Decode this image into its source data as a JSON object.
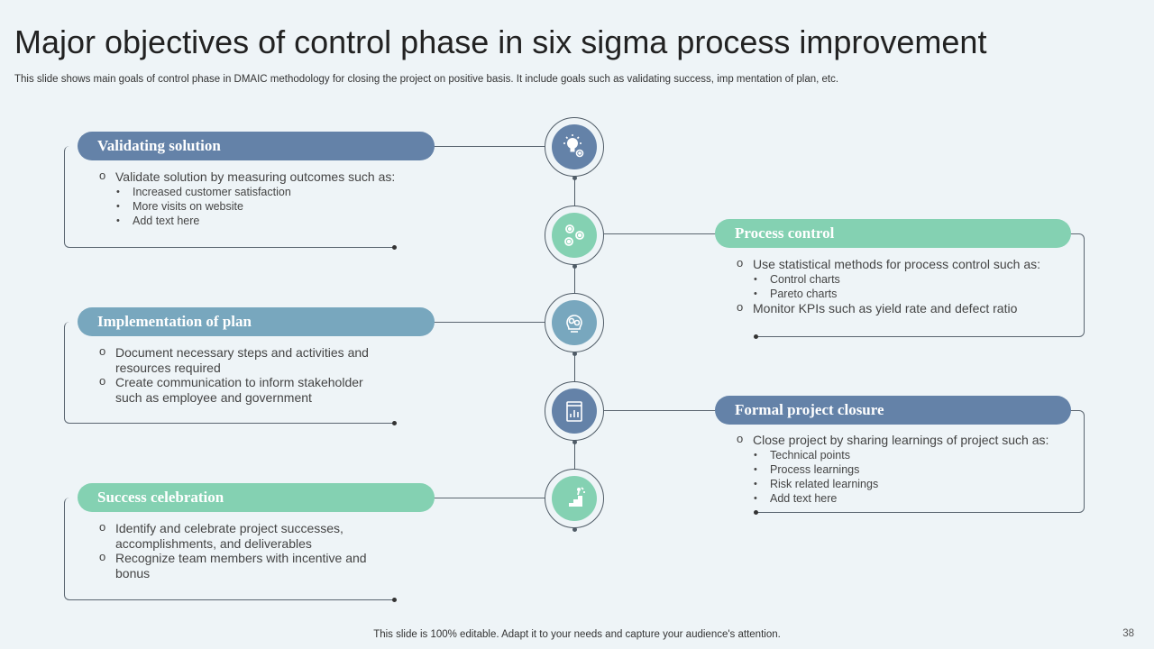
{
  "title": "Major objectives of control phase in six sigma process improvement",
  "subtitle": "This slide shows main goals of control phase in DMAIC methodology for closing the project on positive basis. It include goals such as validating success, imp mentation of plan, etc.",
  "footer": "This slide is 100% editable. Adapt it to your needs and capture your audience's attention.",
  "page_number": "38",
  "colors": {
    "blue": "#6482A8",
    "teal": "#78A7BE",
    "green": "#84D1B2",
    "background": "#EEF4F7",
    "line": "#4F5B66"
  },
  "cards": [
    {
      "heading": "Validating solution",
      "icon": "lightbulb-gear-icon",
      "items": [
        {
          "text": "Validate solution by measuring outcomes such as:",
          "sub": [
            "Increased customer satisfaction",
            "More visits on website",
            "Add text here"
          ]
        }
      ]
    },
    {
      "heading": "Process control",
      "icon": "gears-icon",
      "items": [
        {
          "text": "Use statistical methods for process control such as:",
          "sub": [
            "Control charts",
            "Pareto charts"
          ]
        },
        {
          "text": "Monitor KPIs such as yield rate and defect ratio",
          "sub": []
        }
      ]
    },
    {
      "heading": "Implementation of plan",
      "icon": "brain-gears-icon",
      "items": [
        {
          "text": "Document necessary steps and activities and resources required",
          "sub": []
        },
        {
          "text": "Create communication to inform stakeholder such as employee and government",
          "sub": []
        }
      ]
    },
    {
      "heading": "Formal project closure",
      "icon": "report-document-icon",
      "items": [
        {
          "text": "Close project by sharing learnings of project such as:",
          "sub": [
            "Technical points",
            "Process learnings",
            "Risk related learnings",
            "Add text here"
          ]
        }
      ]
    },
    {
      "heading": "Success celebration",
      "icon": "stairs-success-icon",
      "items": [
        {
          "text": "Identify and celebrate project successes, accomplishments, and deliverables",
          "sub": []
        },
        {
          "text": "Recognize team members with incentive and bonus",
          "sub": []
        }
      ]
    }
  ]
}
